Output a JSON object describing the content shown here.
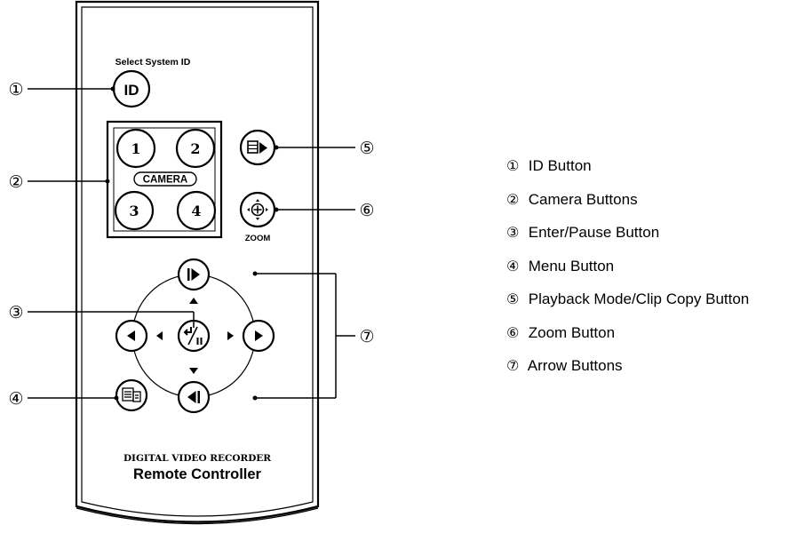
{
  "remote": {
    "select_label": "Select System ID",
    "id_button_label": "ID",
    "camera_label": "CAMERA",
    "camera_buttons": [
      "1",
      "2",
      "3",
      "4"
    ],
    "zoom_label": "ZOOM",
    "brand_line1": "DIGITAL VIDEO RECORDER",
    "brand_line2": "Remote Controller"
  },
  "callouts": [
    "①",
    "②",
    "③",
    "④",
    "⑤",
    "⑥",
    "⑦"
  ],
  "legend": [
    {
      "num": "①",
      "label": "ID Button"
    },
    {
      "num": "②",
      "label": "Camera Buttons"
    },
    {
      "num": "③",
      "label": "Enter/Pause Button"
    },
    {
      "num": "④",
      "label": "Menu Button"
    },
    {
      "num": "⑤",
      "label": "Playback Mode/Clip Copy Button"
    },
    {
      "num": "⑥",
      "label": "Zoom Button"
    },
    {
      "num": "⑦",
      "label": "Arrow Buttons"
    }
  ],
  "icons": {
    "playback": "film-play-icon",
    "zoom": "magnify-plus-icon",
    "enter_pause": "enter-pause-icon",
    "menu": "menu-list-icon",
    "arrows": [
      "step-forward-icon",
      "left-triangle-icon",
      "right-triangle-icon",
      "step-back-icon"
    ]
  }
}
